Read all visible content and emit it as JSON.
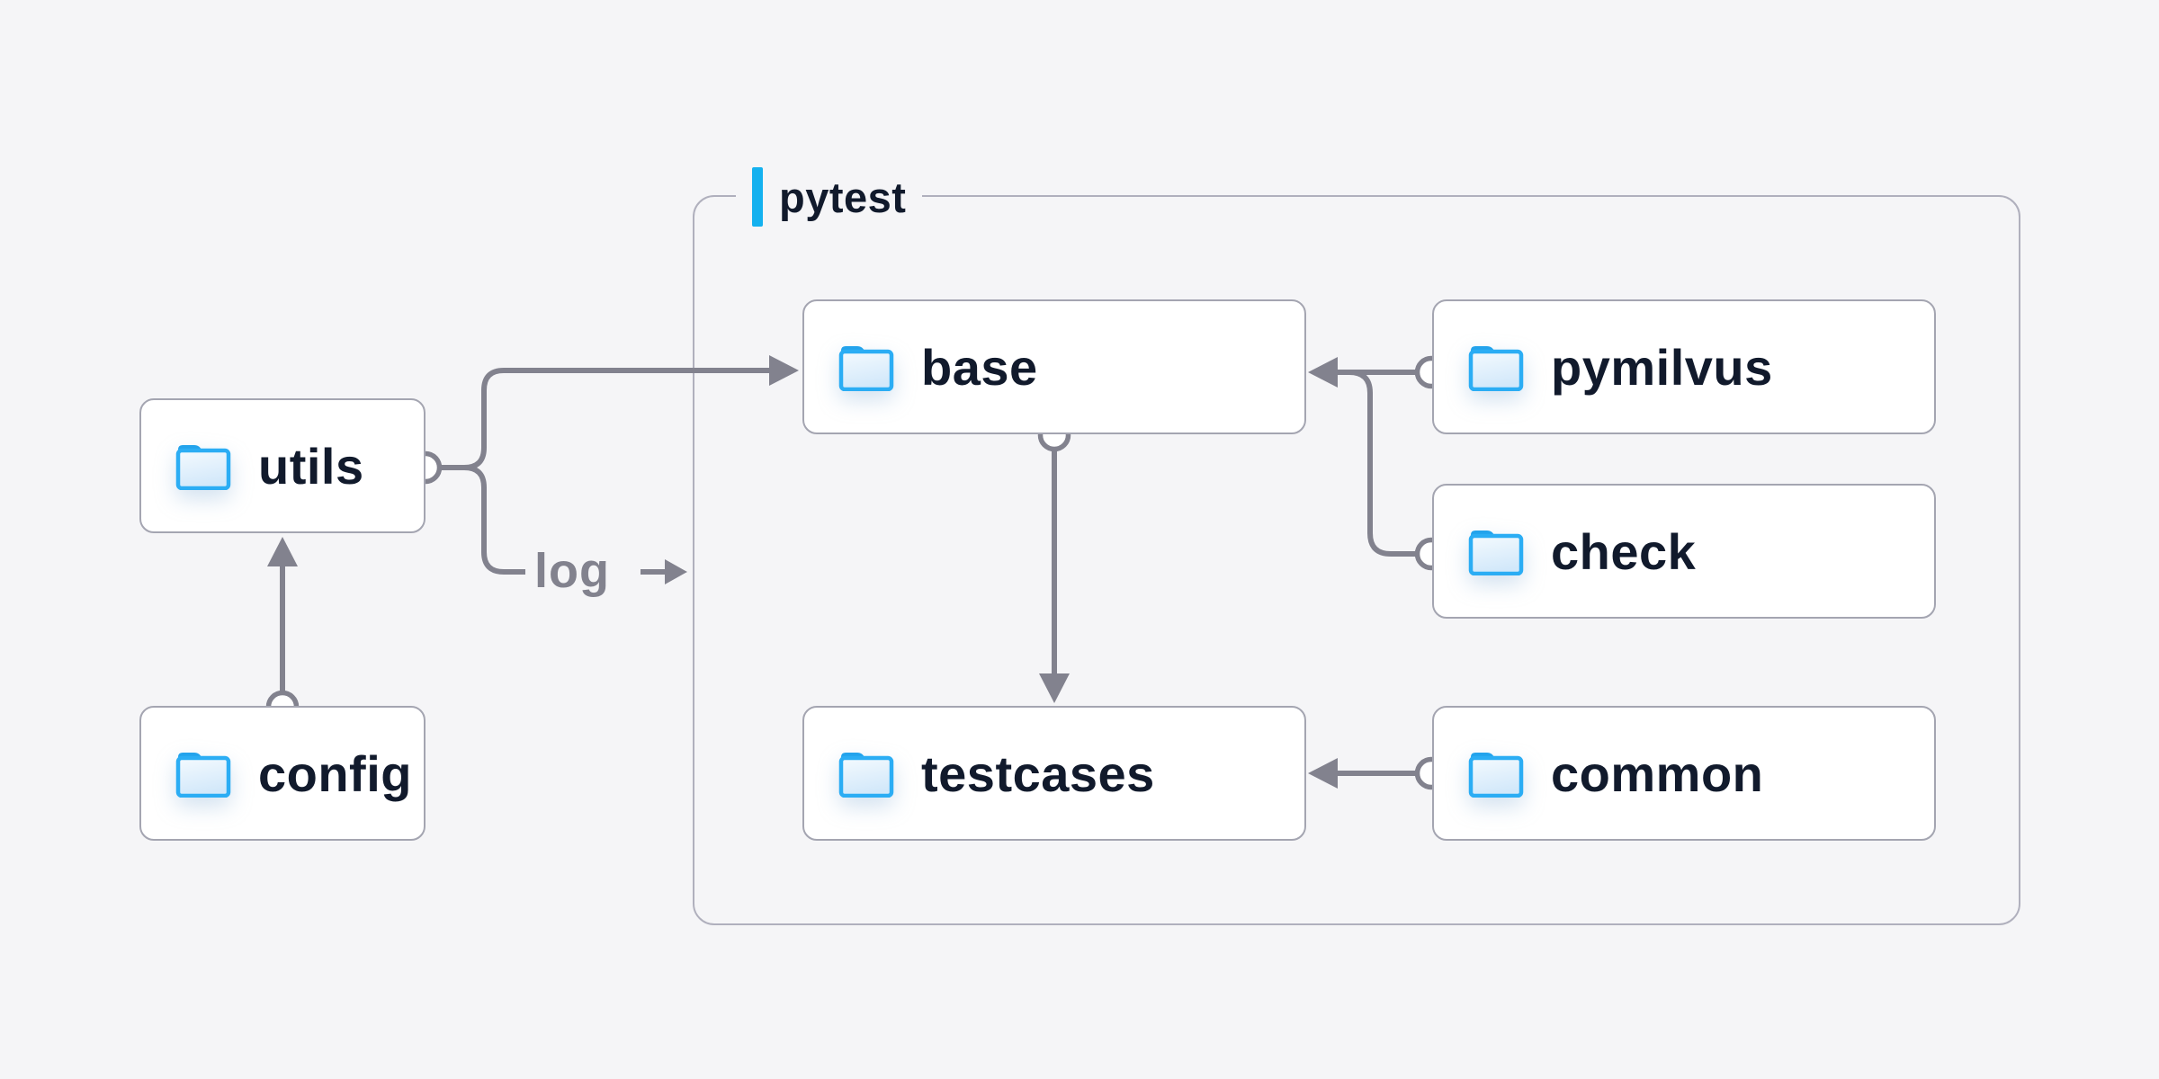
{
  "group": {
    "label": "pytest"
  },
  "nodes": {
    "utils": {
      "label": "utils"
    },
    "config": {
      "label": "config"
    },
    "base": {
      "label": "base"
    },
    "pymilvus": {
      "label": "pymilvus"
    },
    "check": {
      "label": "check"
    },
    "testcases": {
      "label": "testcases"
    },
    "common": {
      "label": "common"
    }
  },
  "edge_labels": {
    "log": "log"
  },
  "edges": [
    {
      "from": "utils",
      "to": "base"
    },
    {
      "from": "utils",
      "to": "log"
    },
    {
      "from": "config",
      "to": "utils"
    },
    {
      "from": "base",
      "to": "testcases"
    },
    {
      "from": "pymilvus",
      "to": "base"
    },
    {
      "from": "check",
      "to": "base"
    },
    {
      "from": "common",
      "to": "testcases"
    }
  ],
  "icons": {
    "folder": "folder-icon",
    "group_accent_bar": "accent-bar",
    "connector_dot": "circle-connector",
    "arrowhead": "arrowhead"
  },
  "colors": {
    "bg": "#f5f5f7",
    "accent": "#14b1ef",
    "line": "#82828e",
    "node-border": "#a4a5b1",
    "group-border": "#b0b0bd",
    "text": "#111a2c",
    "muted": "#82828e",
    "folder-stroke": "#2badf4",
    "folder-tab": "#23a3ec"
  }
}
